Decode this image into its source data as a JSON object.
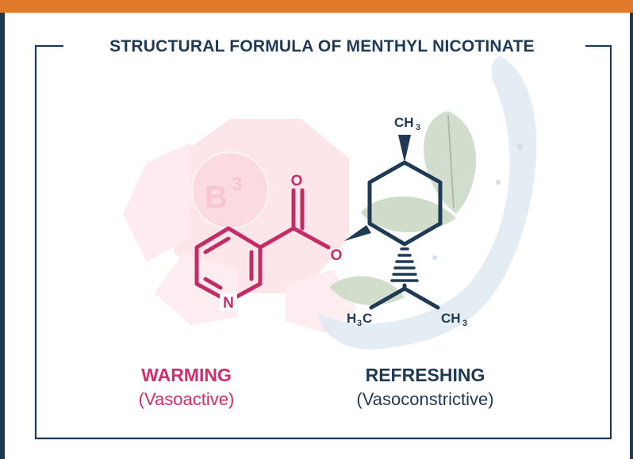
{
  "title": "STRUCTURAL FORMULA OF MENTHYL NICOTINATE",
  "colors": {
    "pink": "#d42b6a",
    "navy": "#1f3a55",
    "orange": "#e07a2a",
    "background": "#1e3a52"
  },
  "badge": {
    "main": "B",
    "superscript": "3"
  },
  "atoms": {
    "carbonyl_oxygen": "O",
    "ester_oxygen": "O",
    "ring_nitrogen": "N",
    "methyl_top": {
      "main": "CH",
      "sub": "3"
    },
    "methyl_left": {
      "h": "H",
      "sub": "3",
      "c": "C"
    },
    "methyl_right": {
      "main": "CH",
      "sub": "3"
    }
  },
  "labels": {
    "warming": {
      "title": "WARMING",
      "subtitle": "(Vasoactive)"
    },
    "refreshing": {
      "title": "REFRESHING",
      "subtitle": "(Vasoconstrictive)"
    }
  }
}
